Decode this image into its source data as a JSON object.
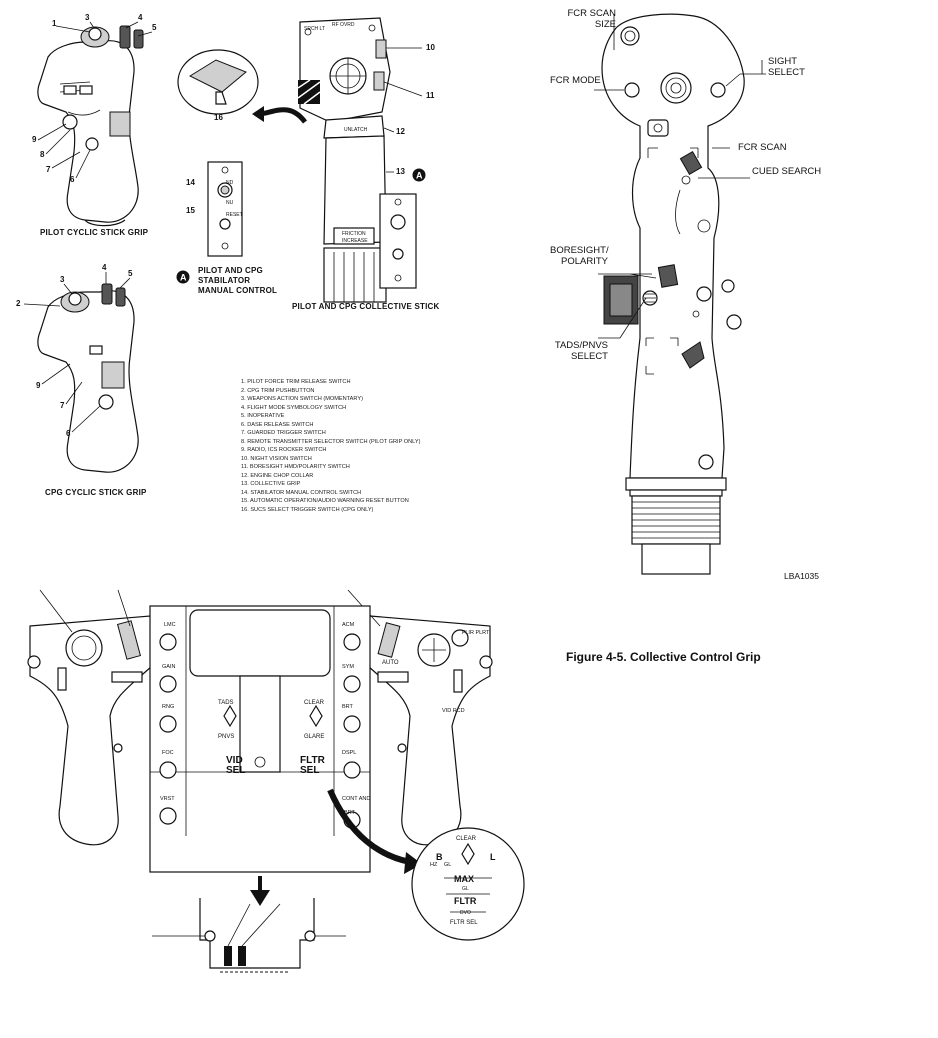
{
  "captions": {
    "pilot_cyclic": "PILOT CYCLIC STICK GRIP",
    "cpg_cyclic": "CPG CYCLIC STICK GRIP",
    "stabilizer": [
      "PILOT AND CPG",
      "STABILATOR",
      "MANUAL CONTROL"
    ],
    "collective_stick": "PILOT AND CPG COLLECTIVE STICK"
  },
  "legend_items": [
    "1.  PILOT FORCE TRIM RELEASE SWITCH",
    "2.  CPG TRIM PUSHBUTTON",
    "3.  WEAPONS ACTION SWITCH (MOMENTARY)",
    "4.  FLIGHT MODE SYMBOLOGY SWITCH",
    "5.  INOPERATIVE",
    "6.  DASE RELEASE SWITCH",
    "7.  GUARDED TRIGGER SWITCH",
    "8.  REMOTE TRANSMITTER SELECTOR SWITCH (PILOT GRIP ONLY)",
    "9.  RADIO, ICS ROCKER SWITCH",
    "10.  NIGHT VISION SWITCH",
    "11.  BORESIGHT HMD/POLARITY SWITCH",
    "12.  ENGINE CHOP COLLAR",
    "13.  COLLECTIVE GRIP",
    "14.  STABILATOR MANUAL CONTROL SWITCH",
    "15.  AUTOMATIC OPERATION/AUDIO WARNING RESET BUTTON",
    "16.  SUCS SELECT TRIGGER SWITCH (CPG ONLY)"
  ],
  "callouts": {
    "pilot_grip": [
      "1",
      "3",
      "4",
      "5",
      "9",
      "8",
      "7",
      "6"
    ],
    "cpg_grip": [
      "3",
      "4",
      "5",
      "2",
      "9",
      "7",
      "6"
    ],
    "collective": [
      "10",
      "11",
      "12",
      "13",
      "16"
    ],
    "stab": [
      "14",
      "15"
    ],
    "marker": "A"
  },
  "stab_panel": {
    "nu": "NU",
    "nd": "ND",
    "reset": "RESET"
  },
  "collective_head": {
    "unlatch": "UNLATCH",
    "friction": [
      "FRICTION",
      "INCREASE"
    ]
  },
  "right_labels": {
    "fcr_scan_size": [
      "FCR SCAN",
      "SIZE"
    ],
    "fcr_mode": "FCR MODE",
    "sight_select": [
      "SIGHT",
      "SELECT"
    ],
    "fcr_scan": "FCR SCAN",
    "cued_search": "CUED SEARCH",
    "boresight_polarity": [
      "BORESIGHT/",
      "POLARITY"
    ],
    "tads_pnvs_select": [
      "TADS/PNVS",
      "SELECT"
    ],
    "ref_code": "LBA1035"
  },
  "figure_title": "Figure  4-5.   Collective Control Grip",
  "bottom_panel": {
    "left_buttons": [
      "LMC",
      "GAIN",
      "RNG",
      "FOC",
      "VRST"
    ],
    "right_buttons": [
      "ACM",
      "SYM",
      "BRT",
      "DSPL",
      "CONT AND",
      "BRT"
    ],
    "vid_sel": [
      "VID",
      "SEL"
    ],
    "fltr_sel": [
      "FLTR",
      "SEL"
    ],
    "tads": "TADS",
    "pnvs": "PNVS",
    "clear": "CLEAR",
    "glare": "GLARE",
    "auto": "AUTO",
    "vid_rcd": "VID RCD",
    "flir_plrt": "FLIR PLRT"
  },
  "zoom_inset": {
    "clear": "CLEAR",
    "b": "B",
    "l": "L",
    "hz": "HZ",
    "gl": "GL",
    "max": "MAX",
    "max_sub": "GL",
    "fltr": "FLTR",
    "fltr_sub": "DVO",
    "fltr_sel": "FLTR SEL"
  }
}
